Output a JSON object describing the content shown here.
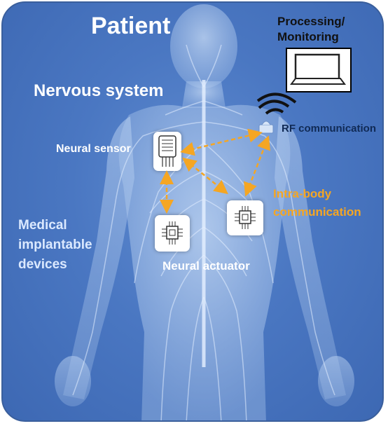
{
  "title": "Patient",
  "labels": {
    "nervous_system": "Nervous system",
    "neural_sensor": "Neural sensor",
    "neural_actuator": "Neural actuator",
    "rf_communication": "RF communication",
    "intra_body": [
      "Intra-body",
      "communication"
    ],
    "medical_devices": [
      "Medical",
      "implantable",
      "devices"
    ],
    "processing": [
      "Processing/",
      "Monitoring"
    ]
  },
  "colors": {
    "background": "#4a77c2",
    "arrow": "#f5a623",
    "intra_body_text": "#f5a623",
    "title_text": "#ffffff",
    "rf_text": "#102a55"
  },
  "icons": {
    "sensor": "neural-sensor-chip-icon",
    "actuator": "neural-actuator-chip-icon",
    "antenna": "antenna-icon",
    "wireless": "wireless-signal-icon",
    "laptop": "laptop-icon"
  }
}
